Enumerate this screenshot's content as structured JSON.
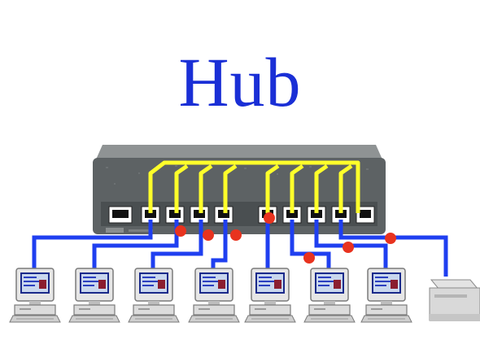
{
  "title": "Hub",
  "device": {
    "brand_text": "",
    "port_count": 9,
    "computer_count": 7,
    "printer_count": 1
  },
  "colors": {
    "title": "#1a2fd6",
    "cable": "#1f3ff0",
    "backplane_link": "#ffff2a",
    "signal_dot": "#e8331f",
    "hub_body": "#5f6466",
    "hub_top": "#8a8e8f"
  },
  "icons": [
    "hub-icon",
    "computer-icon",
    "printer-icon",
    "signal-dot-icon"
  ]
}
